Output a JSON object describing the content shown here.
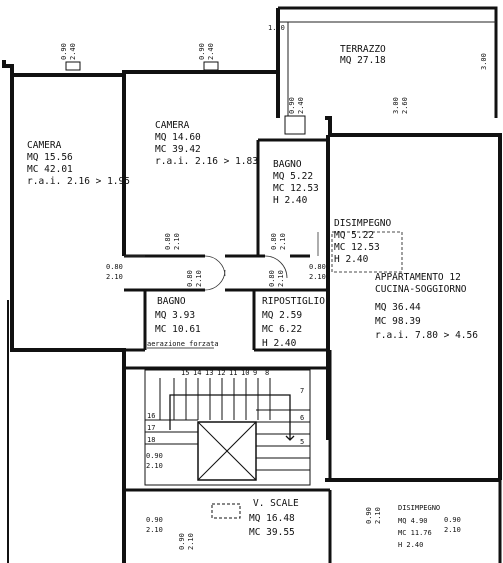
{
  "rooms": {
    "terrazzo": {
      "name": "TERRAZZO",
      "lines": [
        "MQ 27.18"
      ]
    },
    "camera_left": {
      "name": "CAMERA",
      "lines": [
        "MQ 15.56",
        "MC 42.01",
        "r.a.i. 2.16 > 1.95"
      ]
    },
    "camera_mid": {
      "name": "CAMERA",
      "lines": [
        "MQ 14.60",
        "MC 39.42",
        "r.a.i. 2.16 > 1.83"
      ]
    },
    "bagno_top": {
      "name": "BAGNO",
      "lines": [
        "MQ 5.22",
        "MC 12.53",
        "H 2.40"
      ]
    },
    "disimpegno_top": {
      "name": "DISIMPEGNO",
      "lines": [
        "MQ 5.22",
        "MC 12.53",
        "H 2.40"
      ]
    },
    "appartamento": {
      "name": "APPARTAMENTO 12",
      "lines": [
        "CUCINA-SOGGIORNO",
        "MQ 36.44",
        "MC 98.39",
        "r.a.i. 7.80 > 4.56"
      ]
    },
    "bagno_bottom": {
      "name": "BAGNO",
      "lines": [
        "MQ 3.93",
        "MC 10.61"
      ],
      "note": "aerazione forzata"
    },
    "ripostiglio": {
      "name": "RIPOSTIGLIO",
      "lines": [
        "MQ 2.59",
        "MC 6.22",
        "H 2.40"
      ]
    },
    "vano_scale": {
      "name": "V. SCALE",
      "lines": [
        "MQ 16.48",
        "MC 39.55"
      ]
    },
    "disimpegno_bottom": {
      "name": "DISIMPEGNO",
      "lines": [
        "MQ 4.90",
        "MC 11.76",
        "H 2.40"
      ]
    }
  },
  "openings": {
    "w_cam_left": [
      "0.90",
      "2.40"
    ],
    "w_cam_mid": [
      "0.90",
      "2.40"
    ],
    "w_bagno": [
      "0.90",
      "2.40"
    ],
    "w_soggiorno": [
      "3.00",
      "2.60"
    ],
    "d_cam_left": [
      "0.80",
      "2.10"
    ],
    "d_cam_mid": [
      "0.80",
      "2.10"
    ],
    "d_bagno_top": [
      "0.80",
      "2.10"
    ],
    "d_disimp": [
      "0.80",
      "2.10"
    ],
    "d_bagno_bottom": [
      "0.80",
      "2.10"
    ],
    "d_ripost": [
      "0.80",
      "2.10"
    ],
    "d_stair_left": [
      "0.90",
      "2.10"
    ],
    "d_stair_lower": [
      "0.90",
      "2.10"
    ],
    "d_stair_bottom": [
      "0.90",
      "2.10"
    ],
    "d_bottom_left": [
      "0.90",
      "2.10"
    ],
    "d_bottom_right": [
      "0.90",
      "2.10"
    ]
  },
  "dimensions": {
    "terrazzo_left": "1.50",
    "terrazzo_right": "3.00"
  },
  "stairs": {
    "steps": [
      "15",
      "14",
      "13",
      "12",
      "11",
      "10",
      "9",
      "8",
      "7",
      "6",
      "5",
      "16",
      "17",
      "18"
    ]
  }
}
